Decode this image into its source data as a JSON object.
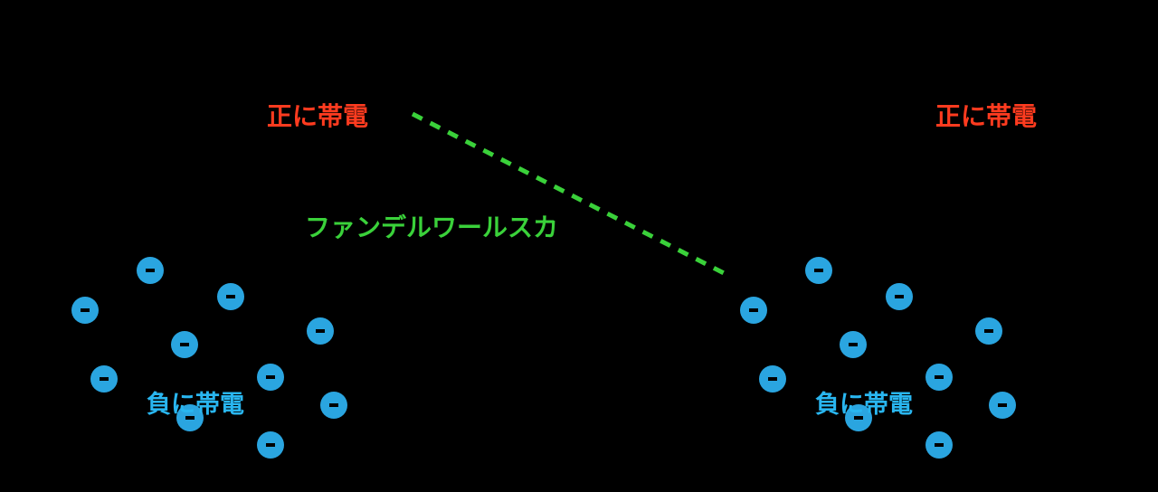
{
  "colors": {
    "background": "#000000",
    "positive_label": "#ff3b1f",
    "negative_label": "#29b6f0",
    "electron_fill": "#2aa5e0",
    "electron_sign": "#000000",
    "force_line": "#3ad13a"
  },
  "labels": {
    "positive_left": "正に帯電",
    "positive_right": "正に帯電",
    "negative_left": "負に帯電",
    "negative_right": "負に帯電",
    "force": "ファンデルワールスカ"
  },
  "electron_sign": "-"
}
